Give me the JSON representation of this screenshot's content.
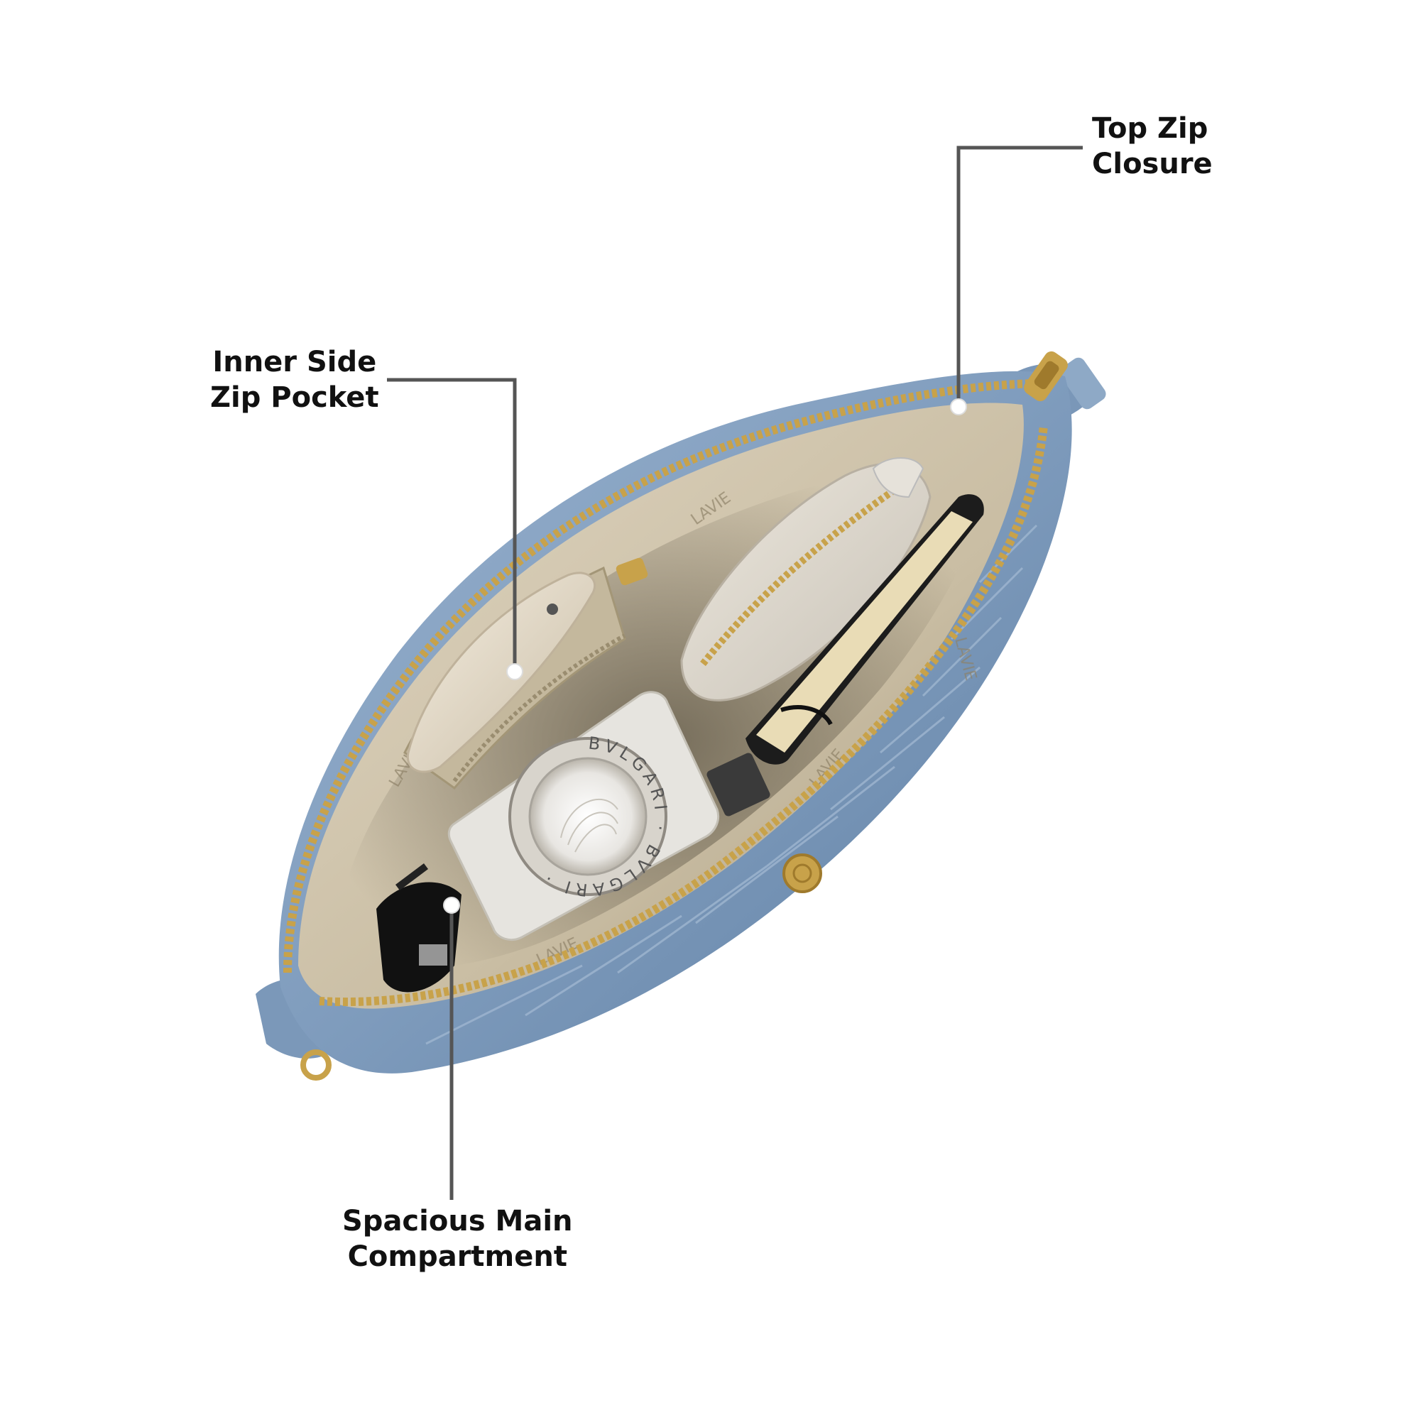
{
  "callouts": {
    "top_zip": {
      "line1": "Top Zip",
      "line2": "Closure"
    },
    "inner_side": {
      "line1": "Inner Side",
      "line2": "Zip Pocket"
    },
    "main_compartment": {
      "line1": "Spacious Main",
      "line2": "Compartment"
    }
  },
  "product": {
    "interior_brand_text": "LAVIE",
    "perfume_ring_text": "BVLGARI · BVLGARI ·"
  },
  "colors": {
    "bag_blue": "#7f9cbd",
    "lining": "#cbbfa6",
    "zipper_gold": "#c8a24a",
    "leader_line": "#555555",
    "label_text": "#111111"
  }
}
